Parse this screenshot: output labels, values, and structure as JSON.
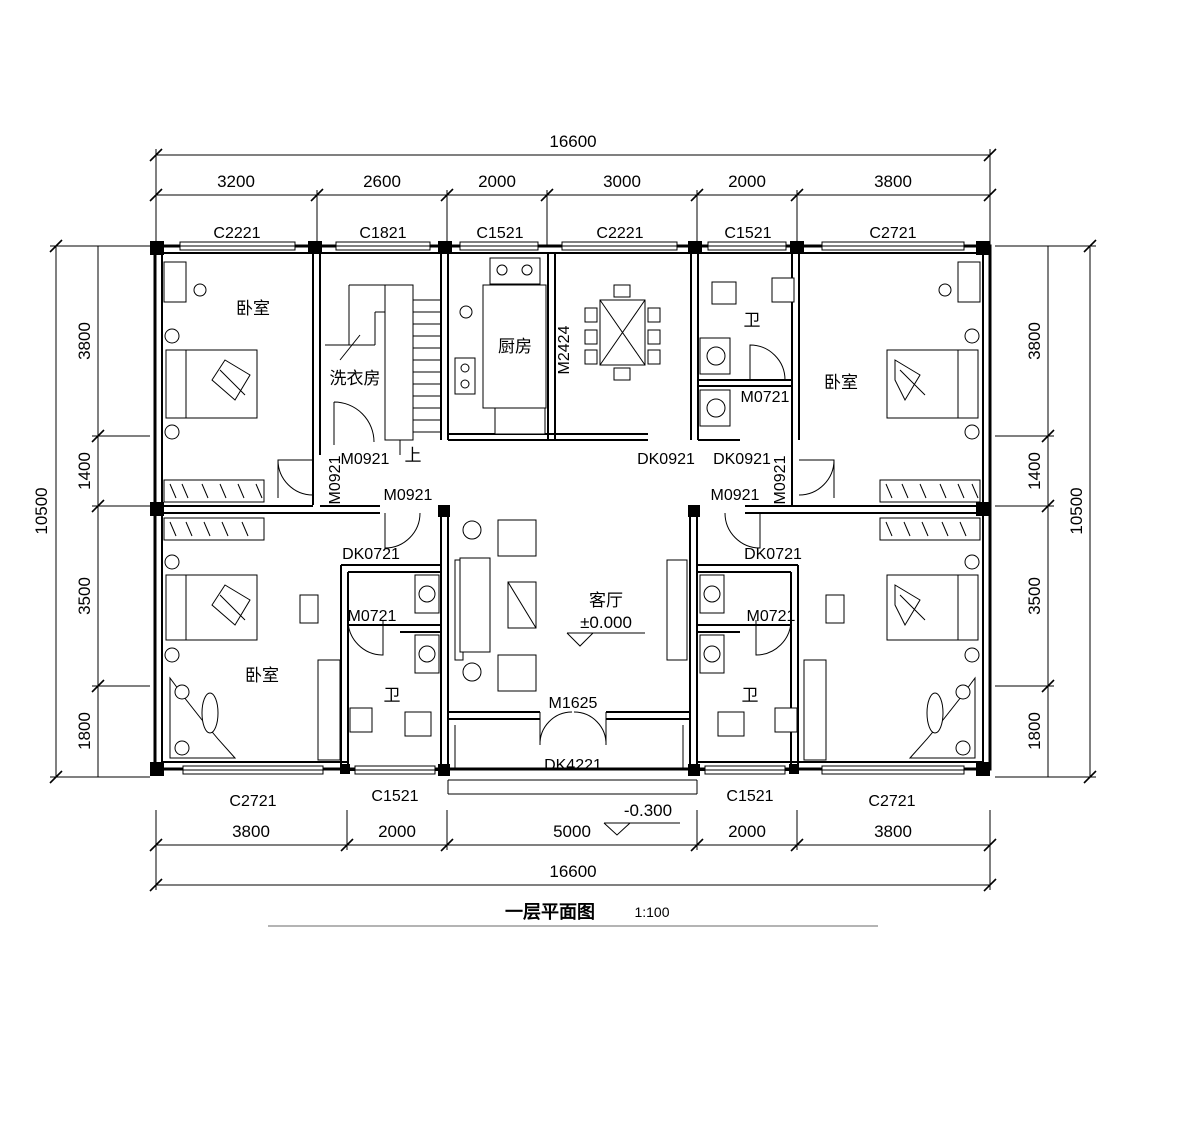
{
  "title": "一层平面图",
  "scale": "1:100",
  "dimensions": {
    "top_total": "16600",
    "top_segments": [
      "3200",
      "2600",
      "2000",
      "3000",
      "2000",
      "3800"
    ],
    "bottom_segments": [
      "3800",
      "2000",
      "5000",
      "2000",
      "3800"
    ],
    "bottom_total": "16600",
    "left_total": "10500",
    "left_segments": [
      "3800",
      "1400",
      "3500",
      "1800"
    ],
    "right_total": "10500",
    "right_segments": [
      "3800",
      "1400",
      "3500",
      "1800"
    ]
  },
  "rooms": {
    "bedroom_nw": "卧室",
    "laundry": "洗衣房",
    "kitchen": "厨房",
    "bath_n": "卫",
    "bedroom_ne": "卧室",
    "bedroom_sw": "卧室",
    "living": "客厅",
    "living_level": "±0.000",
    "bath_sw": "卫",
    "bath_se": "卫"
  },
  "stair_up": "上",
  "exterior_level": "-0.300",
  "windows": {
    "w1": "C2221",
    "w2": "C1821",
    "w3": "C1521",
    "w4": "C2221",
    "w5": "C1521",
    "w6": "C2721",
    "w7": "C2721",
    "w8": "C1521",
    "w9": "C1521",
    "w10": "C2721"
  },
  "doors": {
    "d_m2424": "M2424",
    "d_m0721_ne": "M0721",
    "d_m0921_a": "M0921",
    "d_m0921_v1": "M0921",
    "d_dk0921_l": "DK0921",
    "d_dk0921_r": "DK0921",
    "d_m0921_v2": "M0921",
    "d_m0921_b": "M0921",
    "d_m0921_c": "M0921",
    "d_dk0721_l": "DK0721",
    "d_dk0721_r": "DK0721",
    "d_m0721_l": "M0721",
    "d_m0721_r": "M0721",
    "d_m1625": "M1625",
    "d_dk4221": "DK4221"
  }
}
